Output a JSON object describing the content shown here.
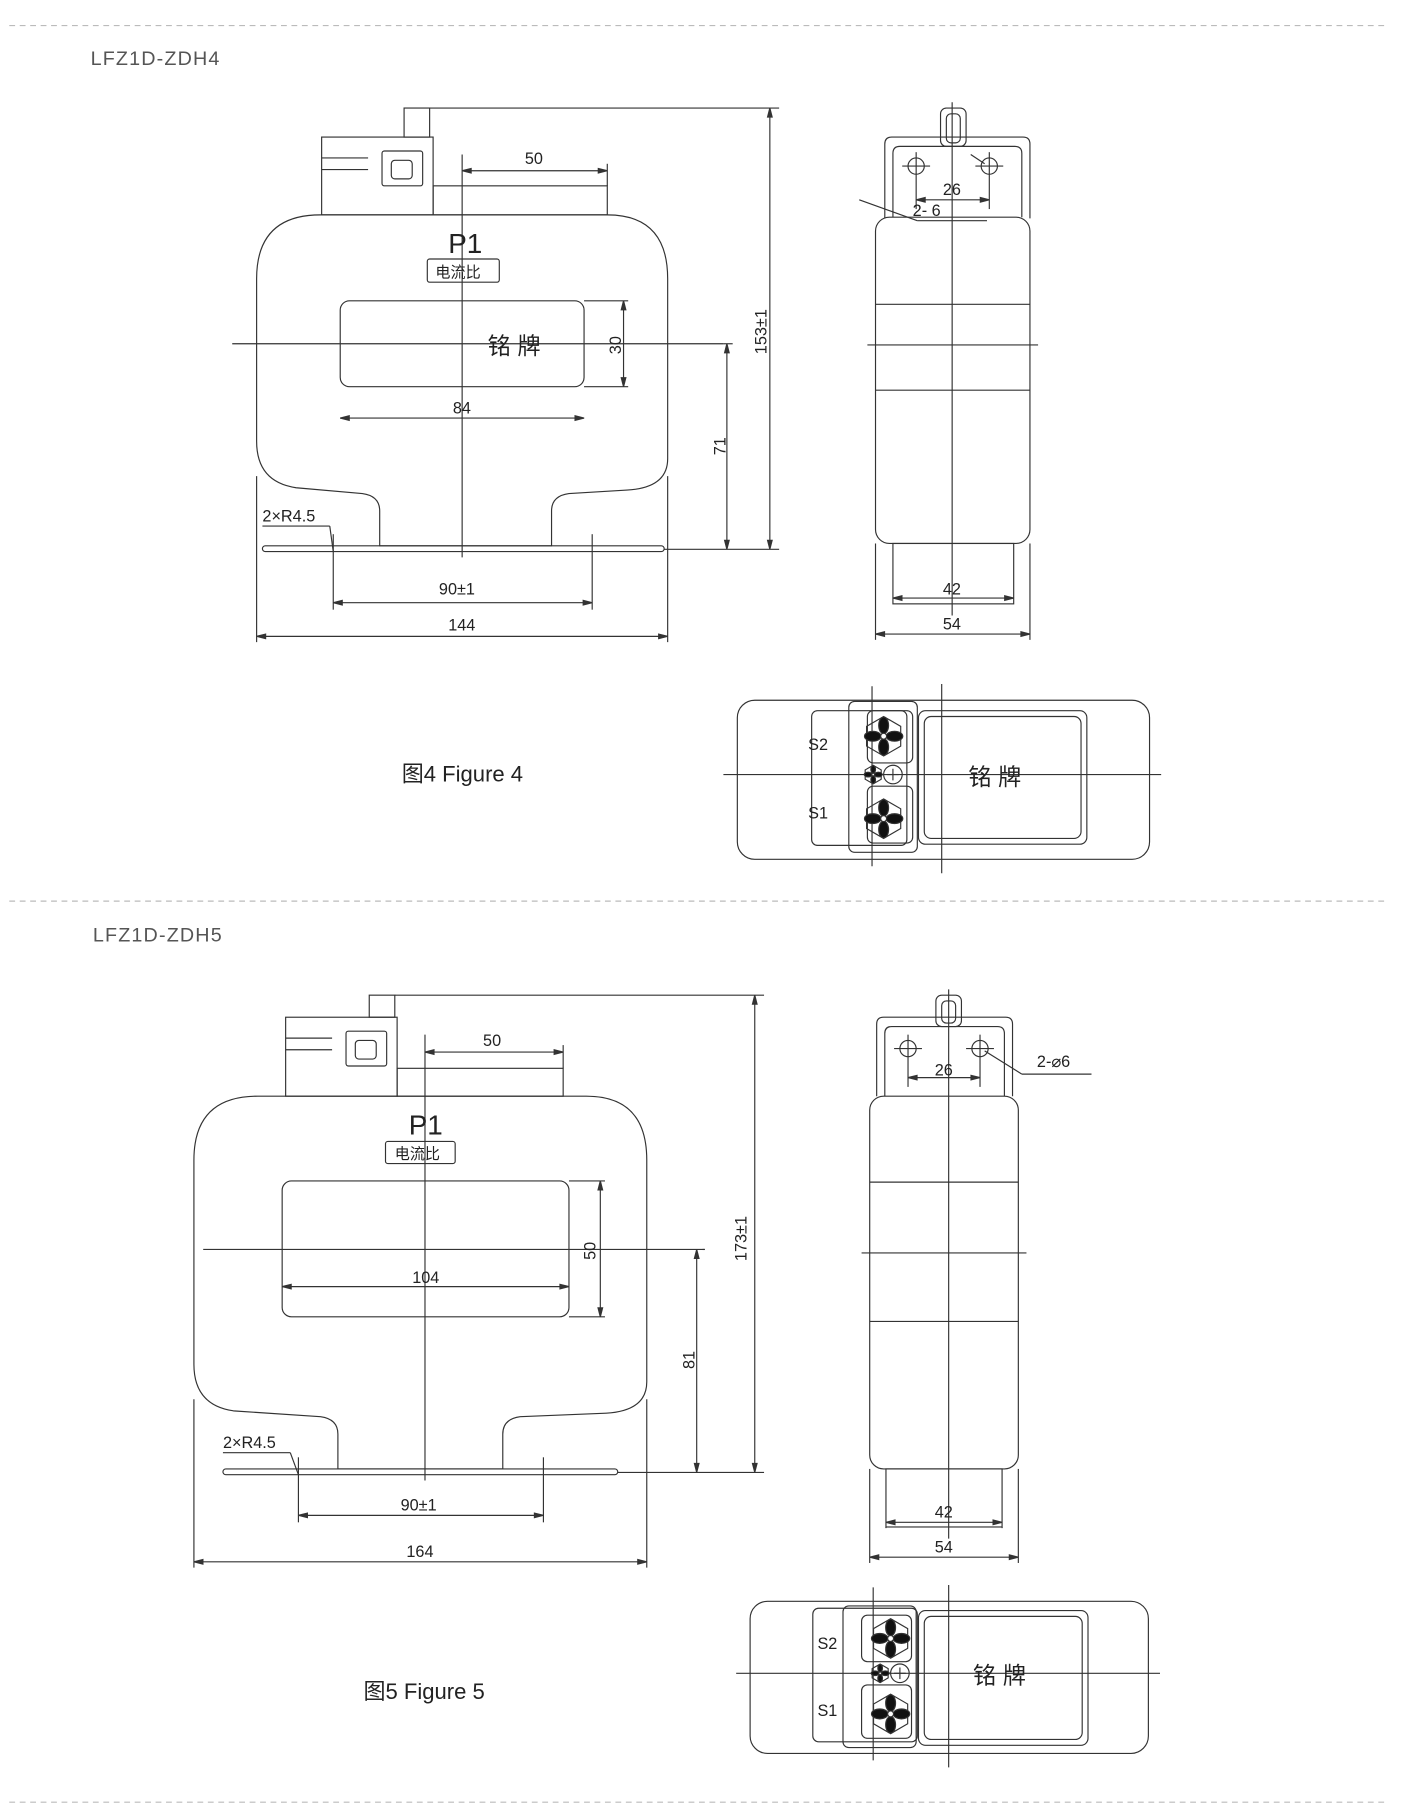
{
  "figures": [
    {
      "model": "LFZ1D-ZDH4",
      "caption": "图4 Figure 4",
      "terminal_label": "P1",
      "ratio_label": "电流比",
      "nameplate_label": "铭 牌",
      "secondary_labels": [
        "S2",
        "S1"
      ],
      "dims": {
        "top_plate": "50",
        "window_h": "30",
        "window_w": "84",
        "center_h": "71",
        "total_h": "153±1",
        "radius": "2×R4.5",
        "mount": "90±1",
        "width": "144",
        "hole_spacing": "26",
        "holes": "2- 6",
        "foot_w": "42",
        "depth": "54"
      }
    },
    {
      "model": "LFZ1D-ZDH5",
      "caption": "图5 Figure 5",
      "terminal_label": "P1",
      "ratio_label": "电流比",
      "nameplate_label": "铭 牌",
      "secondary_labels": [
        "S2",
        "S1"
      ],
      "dims": {
        "top_plate": "50",
        "window_h": "50",
        "window_w": "104",
        "center_h": "81",
        "total_h": "173±1",
        "radius": "2×R4.5",
        "mount": "90±1",
        "width": "164",
        "hole_spacing": "26",
        "holes": "2-⌀6",
        "foot_w": "42",
        "depth": "54"
      }
    }
  ]
}
